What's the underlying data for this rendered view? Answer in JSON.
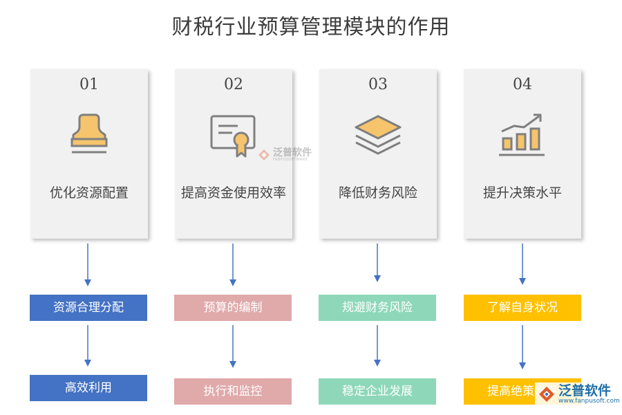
{
  "title": "财税行业预算管理模块的作用",
  "columns": [
    {
      "number": "01",
      "label": "优化资源配置",
      "icon": "stamp-icon",
      "step1": "资源合理分配",
      "step2": "高效利用",
      "color": "#4472c4"
    },
    {
      "number": "02",
      "label": "提高资金使用效率",
      "icon": "certificate-icon",
      "step1": "预算的编制",
      "step2": "执行和监控",
      "color": "#e0a9aa"
    },
    {
      "number": "03",
      "label": "降低财务风险",
      "icon": "layers-icon",
      "step1": "规避财务风险",
      "step2": "稳定企业发展",
      "color": "#8ed8b9"
    },
    {
      "number": "04",
      "label": "提升决策水平",
      "icon": "growth-chart-icon",
      "step1": "了解自身状况",
      "step2": "提高绝策水平",
      "color": "#ffc000"
    }
  ],
  "watermark": {
    "name": "泛普软件",
    "sub": "FANPUSOFTWARE"
  },
  "brand": {
    "name": "泛普软件",
    "url": "www.fanpusoft.com"
  },
  "colors": {
    "icon_fill": "#f5c46c",
    "icon_stroke": "#7f7f7f",
    "arrow": "#4472c4"
  }
}
